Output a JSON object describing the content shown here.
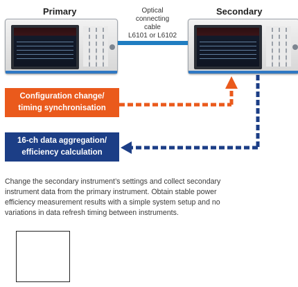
{
  "primary_label": "Primary",
  "secondary_label": "Secondary",
  "cable": {
    "line1": "Optical",
    "line2": "connecting",
    "line3": "cable",
    "line4": "L6101 or L6102",
    "color": "#1f7dc1"
  },
  "boxes": {
    "config_line1": "Configuration change/",
    "config_line2": "timing synchronisation",
    "aggregation_line1": "16-ch data aggregation/",
    "aggregation_line2": "efficiency calculation"
  },
  "colors": {
    "orange": "#ea5a1c",
    "navy": "#1c3e86"
  },
  "description": [
    "Change the secondary instrument’s settings and collect secondary",
    "instrument data from the primary instrument. Obtain stable power",
    "efficiency measurement results with a simple system setup and no",
    "variations in data refresh timing between instruments."
  ]
}
